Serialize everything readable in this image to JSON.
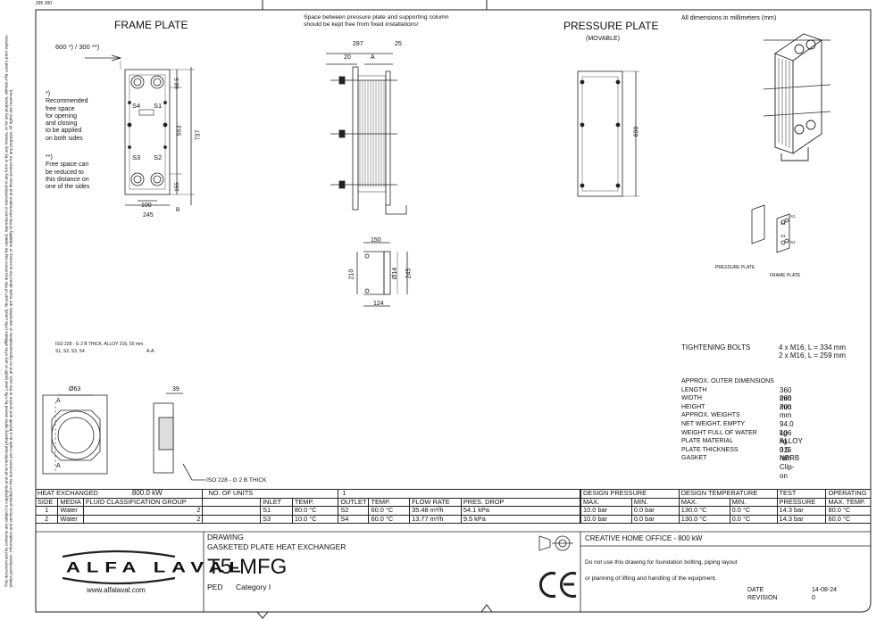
{
  "corner_label": "295  300",
  "legal_text": "This document and its contents are subject to copyrights and other intellectual property rights owned by Alfa Laval (publ) or any of its affiliates (Alfa Laval). No part of this document may be copied, reproduced or transmitted in any form or by any means, or for any purpose, without Alfa Laval's prior express written permission. Information and services provided in this document are made as a benefit and service to the user, and no representations or warranties are made about the accuracy or suitability of this information and these services for any purpose. All rights are reserved.",
  "frame_plate": {
    "title": "FRAME PLATE",
    "free_space_label": "600 *) / 300 **)",
    "port_labels": [
      "S4",
      "S1",
      "S3",
      "S2"
    ],
    "dims": {
      "top": "68.5",
      "mid": "553",
      "overall": "737",
      "bottom": "155",
      "port_spacing": "100",
      "width": "245",
      "b": "B"
    }
  },
  "notes": {
    "note1": [
      "*)",
      "Recommended",
      "free space",
      "for opening",
      "and closing",
      "to be applied",
      "on both sides"
    ],
    "note2": [
      "**)",
      "Free space can",
      "be reduced to",
      "this distance on",
      "one of the sides"
    ]
  },
  "side_view": {
    "note": [
      "Space between pressure plate and supporting column",
      "should be kept free from fixed installations!"
    ],
    "dims": {
      "d287": "287",
      "d25": "25",
      "d20": "20",
      "a": "A"
    }
  },
  "pressure_plate": {
    "title": "PRESSURE PLATE",
    "subtitle": "(MOVABLE)",
    "dim_height": "690"
  },
  "all_dims_note": "All dimensions in millimeters (mm)",
  "foot_detail": {
    "d150": "150",
    "d210": "210",
    "d14": "Ø14",
    "d245": "245",
    "d124": "124"
  },
  "iso_notes": {
    "line1": "ISO 228 - G 2 B THICK, ALLOY 316, 55 mm",
    "line2": "S1, S2, S3, S4",
    "aa": "A-A:"
  },
  "port_detail": {
    "d63": "Ø63",
    "d39": "39",
    "a": "A",
    "iso": "ISO 228 - G 2 B THICK"
  },
  "small_plates": {
    "pressure": "PRESSURE PLATE",
    "frame": "FRAME PLATE",
    "ports": [
      "S1",
      "S4",
      "S3",
      "S2"
    ]
  },
  "tightening": {
    "label": "TIGHTENING BOLTS",
    "lines": [
      "4 x M16, L = 334 mm",
      "2 x M16, L = 259 mm"
    ]
  },
  "specs": {
    "rows": [
      [
        "APPROX. OUTER DIMENSIONS",
        ""
      ],
      [
        "LENGTH",
        "360 mm"
      ],
      [
        "WIDTH",
        "260 mm"
      ],
      [
        "HEIGHT",
        "700 mm"
      ],
      [
        "APPROX. WEIGHTS",
        ""
      ],
      [
        "NET WEIGHT, EMPTY",
        "94.0 kg"
      ],
      [
        "WEIGHT FULL OF WATER",
        "106 kg"
      ],
      [
        "PLATE MATERIAL",
        "ALLOY 316"
      ],
      [
        "PLATE THICKNESS",
        "0.5 mm"
      ],
      [
        "GASKET",
        "NBRB Clip-on"
      ]
    ]
  },
  "data_table": {
    "heat_exchanged_label": "HEAT EXCHANGED",
    "heat_exchanged_value": "800.0 kW",
    "no_units_label": "NO. OF UNITS",
    "no_units_value": "1",
    "headers": [
      "SIDE",
      "MEDIA",
      "FLUID CLASSIFICATION GROUP",
      "",
      "INLET",
      "TEMP.",
      "OUTLET",
      "TEMP.",
      "FLOW RATE",
      "PRES. DROP"
    ],
    "rows": [
      [
        "1",
        "Water",
        "2",
        "",
        "S1",
        "80.0 °C",
        "S2",
        "60.0 °C",
        "35.48 m³/h",
        "54.1 kPa"
      ],
      [
        "2",
        "Water",
        "2",
        "",
        "S3",
        "10.0 °C",
        "S4",
        "60.0 °C",
        "13.77 m³/h",
        "9.5 kPa"
      ]
    ],
    "design_pressure": {
      "label": "DESIGN PRESSURE",
      "cols": [
        "MAX.",
        "MIN."
      ],
      "rows": [
        [
          "10.0 bar",
          "0.0 bar"
        ],
        [
          "10.0 bar",
          "0.0 bar"
        ]
      ]
    },
    "design_temperature": {
      "label": "DESIGN TEMPERATURE",
      "cols": [
        "MAX.",
        "MIN."
      ],
      "rows": [
        [
          "130.0 °C",
          "0.0 °C"
        ],
        [
          "130.0 °C",
          "0.0 °C"
        ]
      ]
    },
    "test": {
      "label": "TEST",
      "cols": [
        "PRESSURE"
      ],
      "rows": [
        [
          "14.3 bar"
        ],
        [
          "14.3 bar"
        ]
      ]
    },
    "operating": {
      "label": "OPERATING",
      "cols": [
        "MAX. TEMP."
      ],
      "rows": [
        [
          "80.0 °C"
        ],
        [
          "60.0 °C"
        ]
      ]
    }
  },
  "title_block": {
    "logo_text": "ALFA LAVAL",
    "website": "www.alfalaval.com",
    "drawing_label": "DRAWING",
    "drawing_desc": "GASKETED PLATE HEAT EXCHANGER",
    "model": "T5-MFG",
    "ped_label": "PED",
    "ped_value": "Category I",
    "office": "CREATIVE HOME OFFICE - 800 kW",
    "disclaimer1": "Do not use this drawing for foundation bolting, piping layout",
    "disclaimer2": "or planning of lifting and handling of the equipment.",
    "ce_mark": "CE",
    "date_label": "DATE",
    "date_value": "14-08-24",
    "revision_label": "REVISION",
    "revision_value": "0"
  }
}
